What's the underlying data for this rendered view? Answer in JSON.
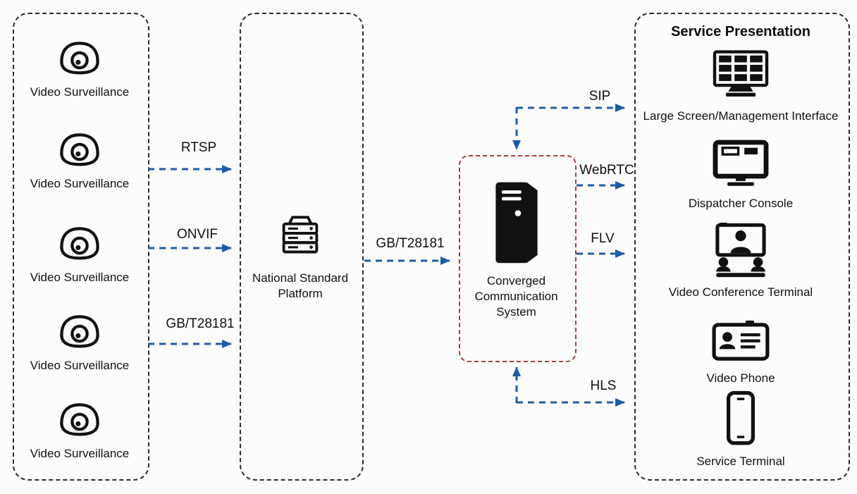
{
  "diagram": {
    "left_group": {
      "items": [
        {
          "label": "Video Surveillance"
        },
        {
          "label": "Video Surveillance"
        },
        {
          "label": "Video Surveillance"
        },
        {
          "label": "Video Surveillance"
        },
        {
          "label": "Video Surveillance"
        }
      ]
    },
    "platform": {
      "label_line1": "National Standard",
      "label_line2": "Platform"
    },
    "converged": {
      "label_line1": "Converged",
      "label_line2": "Communication",
      "label_line3": "System"
    },
    "service": {
      "title": "Service Presentation",
      "items": [
        {
          "label": "Large Screen/Management Interface"
        },
        {
          "label": "Dispatcher Console"
        },
        {
          "label": "Video Conference Terminal"
        },
        {
          "label": "Video Phone"
        },
        {
          "label": "Service Terminal"
        }
      ]
    },
    "arrows": {
      "rtsp": "RTSP",
      "onvif": "ONVIF",
      "gbt_left": "GB/T28181",
      "gbt_mid": "GB/T28181",
      "sip": "SIP",
      "webrtc": "WebRTC",
      "flv": "FLV",
      "hls": "HLS"
    },
    "colors": {
      "arrow_blue": "#1f5ba5",
      "red_box_border": "#a93b3b",
      "icon_black": "#111111",
      "background": "#fcfcfc"
    }
  }
}
